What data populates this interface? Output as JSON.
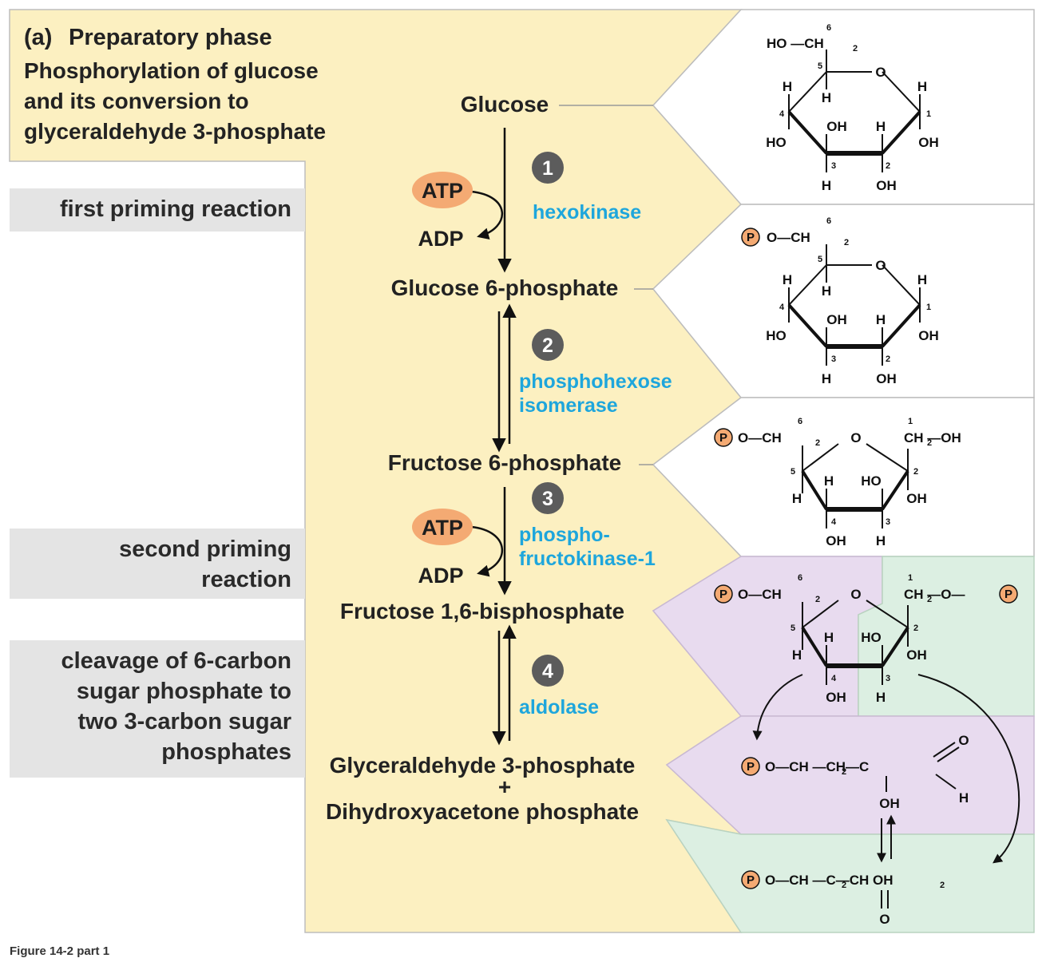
{
  "header": {
    "panel_label": "(a)",
    "phase_title": "Preparatory phase",
    "description_lines": [
      "Phosphorylation of glucose",
      "and its conversion to",
      "glyceraldehyde 3-phosphate"
    ]
  },
  "side_labels": {
    "first_priming": [
      "first priming reaction"
    ],
    "second_priming": [
      "second priming",
      "reaction"
    ],
    "cleavage": [
      "cleavage of 6-carbon",
      "sugar phosphate to",
      "two 3-carbon sugar",
      "phosphates"
    ]
  },
  "compounds": {
    "glucose": "Glucose",
    "g6p": "Glucose 6-phosphate",
    "f6p": "Fructose 6-phosphate",
    "f16bp": "Fructose 1,6-bisphosphate",
    "gap": "Glyceraldehyde 3-phosphate",
    "plus": "+",
    "dhap": "Dihydroxyacetone phosphate"
  },
  "steps": [
    {
      "number": "1",
      "enzyme_lines": [
        "hexokinase"
      ]
    },
    {
      "number": "2",
      "enzyme_lines": [
        "phosphohexose",
        "isomerase"
      ]
    },
    {
      "number": "3",
      "enzyme_lines": [
        "phospho-",
        "fructokinase-1"
      ]
    },
    {
      "number": "4",
      "enzyme_lines": [
        "aldolase"
      ]
    }
  ],
  "cofactors": {
    "atp": "ATP",
    "adp": "ADP"
  },
  "structure_text": {
    "p": "P",
    "o": "O",
    "oh": "OH",
    "ho": "HO",
    "h": "H",
    "c": "C",
    "ch": "CH",
    "ho_ch2": "HO —CH",
    "p_o_ch2": "O—CH",
    "ch2_oh": "CH —OH",
    "ch2_o": "CH —O—",
    "o_ch2_ch_c": "O—CH —CH—C",
    "o_ch2_c_ch2oh": "O—CH —C—CH OH",
    "sub2": "2",
    "n1": "1",
    "n2": "2",
    "n3": "3",
    "n4": "4",
    "n5": "5",
    "n6": "6"
  },
  "caption": "Figure 14-2 part 1",
  "colors": {
    "yellow_panel": "#fcf0c1",
    "side_gray": "#e4e4e4",
    "purple_panel": "#e8dbef",
    "green_panel": "#dcefe2",
    "phosphate_orange": "#f4aa73",
    "enzyme_blue": "#1ea6dc",
    "step_circle": "#5c5c5c"
  }
}
